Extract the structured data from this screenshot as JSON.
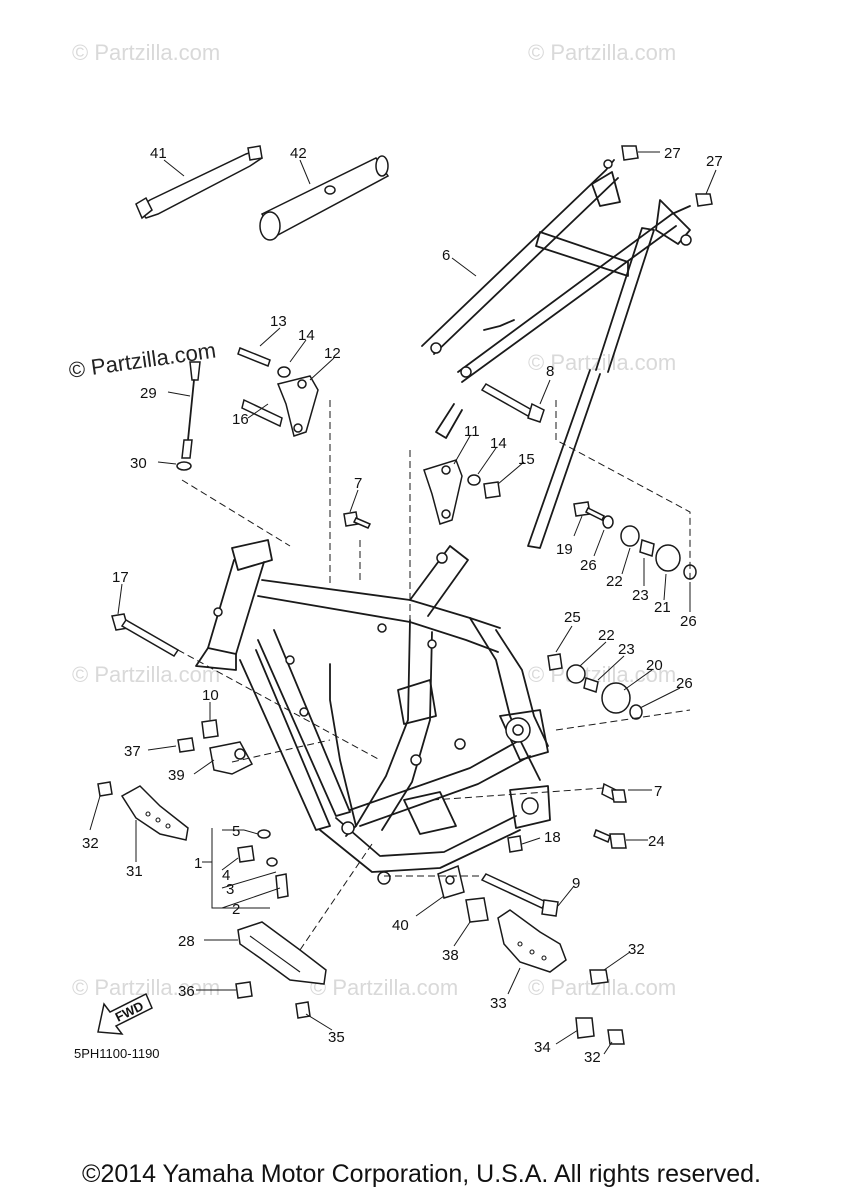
{
  "watermarks": [
    "© Partzilla.com",
    "© Partzilla.com",
    "© Partzilla.com",
    "© Partzilla.com",
    "© Partzilla.com",
    "© Partzilla.com",
    "© Partzilla.com",
    "© Partzilla.com"
  ],
  "watermark_prominent": "© Partzilla.com",
  "diagram_code": "5PH1100-1190",
  "fwd_label": "FWD",
  "copyright": "©2014 Yamaha Motor Corporation, U.S.A. All rights reserved.",
  "callouts": [
    "41",
    "42",
    "27",
    "27",
    "6",
    "13",
    "14",
    "12",
    "29",
    "16",
    "30",
    "8",
    "11",
    "14",
    "15",
    "7",
    "19",
    "26",
    "22",
    "23",
    "21",
    "26",
    "17",
    "25",
    "22",
    "23",
    "20",
    "26",
    "10",
    "37",
    "39",
    "7",
    "32",
    "5",
    "4",
    "24",
    "18",
    "1",
    "3",
    "2",
    "31",
    "9",
    "40",
    "28",
    "38",
    "32",
    "36",
    "33",
    "35",
    "34",
    "32"
  ]
}
